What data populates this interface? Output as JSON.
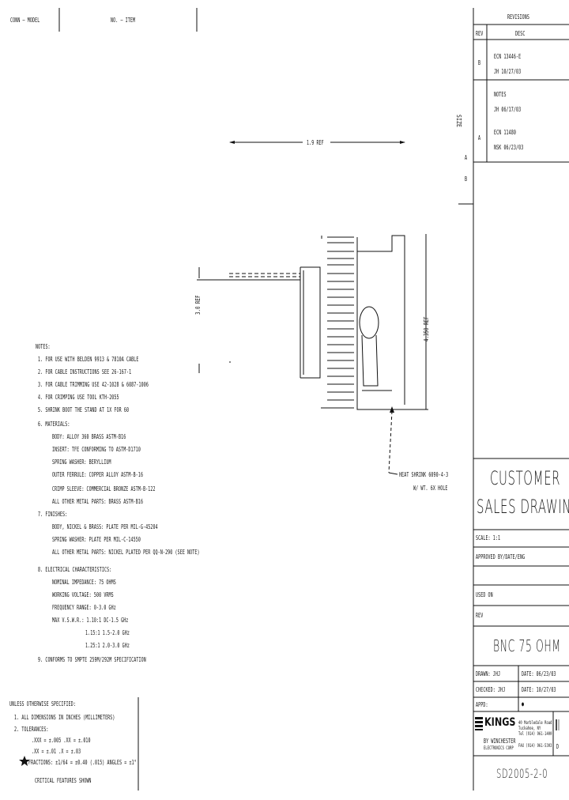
{
  "header": {
    "left_label": "CONN — MODEL",
    "mid_label": "NO. — ITEM"
  },
  "revisions": {
    "title": "REVISIONS",
    "col_rev": "REV",
    "col_desc": "DESC",
    "rows": [
      {
        "rev": "B",
        "line1": "ECN 13446-E",
        "line2": "JH  10/27/03"
      },
      {
        "rev": "A",
        "line1": "NOTES",
        "line2": "JH  06/17/03"
      },
      {
        "rev": "",
        "line1": "ECN 11480",
        "line2": "NSK  06/23/03"
      }
    ],
    "vertical_text": "SIZE",
    "vertical_letters": [
      "A",
      "B"
    ]
  },
  "drawing": {
    "top_dim": "1.9 REF",
    "left_dim": "3.0 REF",
    "right_dim": "4.350 REF",
    "callout_line1": "HEAT SHRINK 6090-4-3",
    "callout_line2": "W/ WT. 6X HOLE"
  },
  "notes": {
    "title": "NOTES:",
    "lines": [
      "1. FOR USE WITH BELDEN 9913 & 7810A CABLE",
      "2. FOR CABLE INSTRUCTIONS SEE 26-167-1",
      "3. FOR CABLE TRIMMING USE 42-1028 & 6087-1006",
      "4. FOR CRIMPING USE TOOL KTH-2055",
      "5. SHRINK BOOT THE STAND AT 1X FOR 60",
      "6. MATERIALS:",
      "BODY: ALLOY 360 BRASS ASTM-B16",
      "INSERT: TFE CONFORMING TO ASTM-D1710",
      "SPRING WASHER: BERYLLIUM",
      "OUTER FERRULE: COPPER ALLOY ASTM-B-16",
      "CRIMP SLEEVE: COMMERCIAL BRONZE ASTM-B-122",
      "ALL OTHER METAL PARTS: BRASS ASTM-B16",
      "7. FINISHES:",
      "BODY, NICKEL & BRASS: PLATE PER MIL-G-45204",
      "SPRING WASHER: PLATE PER MIL-C-14550",
      "ALL OTHER METAL PARTS: NICKEL PLATED PER QQ-N-290 (SEE NOTE)",
      "8. ELECTRICAL CHARACTERISTICS:",
      "NOMINAL IMPEDANCE: 75 OHMS",
      "WORKING VOLTAGE: 500 VRMS",
      "FREQUENCY RANGE: 0-3.0 GHz",
      "MAX V.S.W.R.: 1.10:1 DC-1.5 GHz",
      "1.15:1 1.5-2.0 GHz",
      "1.25:1 2.0-3.0 GHz",
      "9. CONFORMS TO SMPTE 259M/292M SPECIFICATION"
    ]
  },
  "tolerance": {
    "title": "UNLESS OTHERWISE SPECIFIED:",
    "line1": "1.  ALL DIMENSIONS IN INCHES (MILLIMETERS)",
    "line2": "2.  TOLERANCES:",
    "line3": ".XXX = ±.005     .XX = ±.010",
    "line4": ".XX = ±.01       .X = ±.03",
    "line5": "FRACTIONS: ±1/64 = ±0.40 (.015)    ANGLES = ±1°",
    "line6": "CRITICAL FEATURES SHOWN"
  },
  "titleblock": {
    "heading_line1": "CUSTOMER",
    "heading_line2": "SALES DRAWING",
    "scale": "SCALE: 1:1",
    "approved": "APPROVED BY/DATE/ENG",
    "used_on": "USED ON",
    "rev_label": "REV",
    "part_desc": "BNC 75 OHM",
    "drawn": "DRAWN: JHJ",
    "date1": "DATE: 06/23/03",
    "checked": "CHECKED: JHJ",
    "date2": "DATE: 10/27/03",
    "appd": "APPD:",
    "appd_value": "●",
    "company": "KINGS",
    "company_sub": "BY WINCHESTER",
    "company_sub2": "ELECTRONICS CORP",
    "address1": "40 Marbledale Road",
    "address2": "Tuckahoe, NY",
    "address3": "Tel (914) 961-1400",
    "address4": "FAX (914) 961-5303",
    "drawing_no": "SD2005-2-0",
    "size_letter": "D"
  }
}
